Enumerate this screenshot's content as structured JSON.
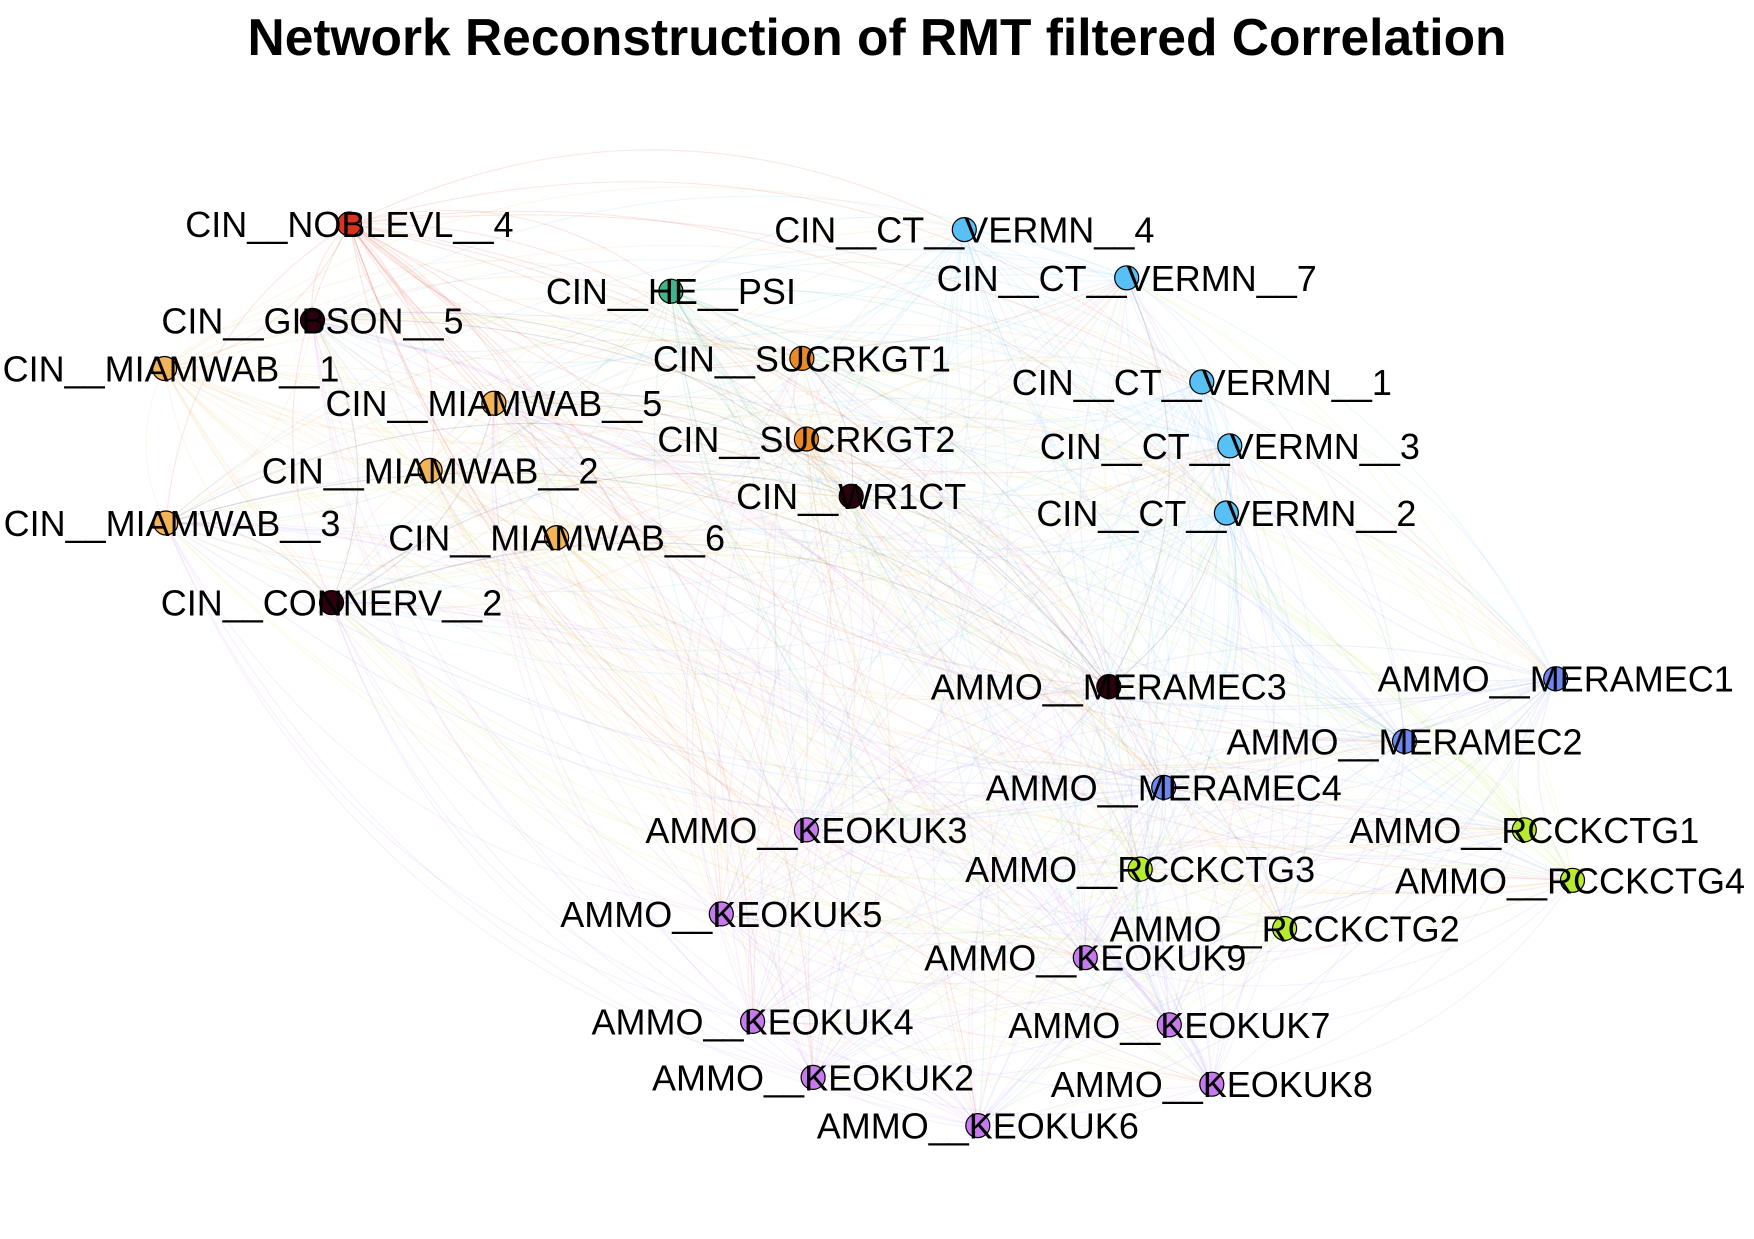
{
  "title": "Network Reconstruction of RMT filtered Correlation",
  "nodes": [
    {
      "label": "CIN__NOBLEVL__4",
      "color": "#d8341c"
    },
    {
      "label": "CIN__GIBSON__5",
      "color": "#2d0010"
    },
    {
      "label": "CIN__MIAMWAB__1",
      "color": "#f2b456"
    },
    {
      "label": "CIN__MIAMWAB__5",
      "color": "#f2b456"
    },
    {
      "label": "CIN__MIAMWAB__2",
      "color": "#f2b456"
    },
    {
      "label": "CIN__MIAMWAB__3",
      "color": "#f2b456"
    },
    {
      "label": "CIN__MIAMWAB__6",
      "color": "#f2b456"
    },
    {
      "label": "CIN__CONNERV__2",
      "color": "#2d0010"
    },
    {
      "label": "CIN__HE__PSI",
      "color": "#40b48b"
    },
    {
      "label": "CIN__SUCRKGT1",
      "color": "#ea8a22"
    },
    {
      "label": "CIN__SUCRKGT2",
      "color": "#ea8a22"
    },
    {
      "label": "CIN__WR1CT",
      "color": "#2d0010"
    },
    {
      "label": "CIN__CT__VERMN__4",
      "color": "#58c0f5"
    },
    {
      "label": "CIN__CT__VERMN__7",
      "color": "#58c0f5"
    },
    {
      "label": "CIN__CT__VERMN__1",
      "color": "#58c0f5"
    },
    {
      "label": "CIN__CT__VERMN__3",
      "color": "#58c0f5"
    },
    {
      "label": "CIN__CT__VERMN__2",
      "color": "#58c0f5"
    },
    {
      "label": "AMMO__MERAMEC3",
      "color": "#2d0010"
    },
    {
      "label": "AMMO__MERAMEC1",
      "color": "#6b86ee"
    },
    {
      "label": "AMMO__MERAMEC2",
      "color": "#6b86ee"
    },
    {
      "label": "AMMO__MERAMEC4",
      "color": "#6b86ee"
    },
    {
      "label": "AMMO__RCCKCTG1",
      "color": "#b6ec2e"
    },
    {
      "label": "AMMO__RCCKCTG3",
      "color": "#b6ec2e"
    },
    {
      "label": "AMMO__RCCKCTG4",
      "color": "#b6ec2e"
    },
    {
      "label": "AMMO__RCCKCTG2",
      "color": "#b6ec2e"
    },
    {
      "label": "AMMO__KEOKUK3",
      "color": "#c67aee"
    },
    {
      "label": "AMMO__KEOKUK5",
      "color": "#c67aee"
    },
    {
      "label": "AMMO__KEOKUK9",
      "color": "#c67aee"
    },
    {
      "label": "AMMO__KEOKUK4",
      "color": "#c67aee"
    },
    {
      "label": "AMMO__KEOKUK7",
      "color": "#c67aee"
    },
    {
      "label": "AMMO__KEOKUK2",
      "color": "#c67aee"
    },
    {
      "label": "AMMO__KEOKUK8",
      "color": "#c67aee"
    },
    {
      "label": "AMMO__KEOKUK6",
      "color": "#c67aee"
    }
  ]
}
